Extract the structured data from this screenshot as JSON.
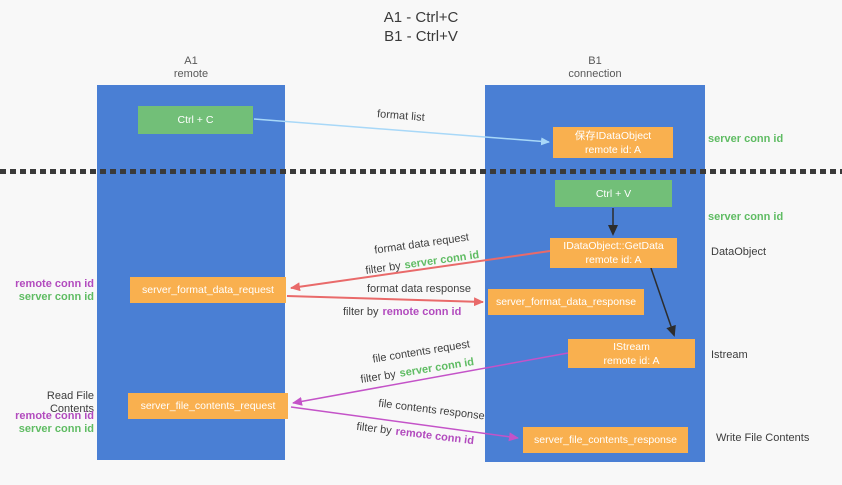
{
  "title": {
    "line1": "A1 - Ctrl+C",
    "line2": "B1 - Ctrl+V"
  },
  "lanes": {
    "left": {
      "name": "A1",
      "role": "remote"
    },
    "right": {
      "name": "B1",
      "role": "connection"
    }
  },
  "nodes": {
    "ctrl_c": {
      "label": "Ctrl + C"
    },
    "ctrl_v": {
      "label": "Ctrl + V"
    },
    "save_dataobject": {
      "line1": "保存IDataObject",
      "line2": "remote id: A"
    },
    "getdata": {
      "line1": "IDataObject::GetData",
      "line2": "remote id: A"
    },
    "istream": {
      "line1": "IStream",
      "line2": "remote id: A"
    },
    "server_format_data_request": {
      "label": "server_format_data_request"
    },
    "server_format_data_response": {
      "label": "server_format_data_response"
    },
    "server_file_contents_request": {
      "label": "server_file_contents_request"
    },
    "server_file_contents_response": {
      "label": "server_file_contents_response"
    }
  },
  "arrows": {
    "format_list": {
      "label": "format list"
    },
    "format_data_request": {
      "label": "format data request",
      "filter_prefix": "filter by",
      "filter_key": "server conn id"
    },
    "format_data_response": {
      "label": "format data response",
      "filter_prefix": "filter by",
      "filter_key": "remote conn id"
    },
    "file_contents_request": {
      "label": "file contents request",
      "filter_prefix": "filter by",
      "filter_key": "server conn id"
    },
    "file_contents_response": {
      "label": "file contents response",
      "filter_prefix": "filter by",
      "filter_key": "remote conn id"
    }
  },
  "side_labels": {
    "server_conn_id_top": "server conn id",
    "server_conn_id_mid": "server conn id",
    "dataobject": "DataObject",
    "istream": "Istream",
    "write_file_contents": "Write File Contents",
    "read_file_contents": "Read File Contents",
    "request_ids_1": {
      "remote": "remote conn id",
      "server": "server conn id"
    },
    "request_ids_2": {
      "remote": "remote conn id",
      "server": "server conn id"
    }
  },
  "colors": {
    "lane_blue": "#4a7fd4",
    "action_green": "#72bf78",
    "message_orange": "#f9b04f",
    "server_conn_green": "#5fbc63",
    "remote_conn_purple": "#b24bbe",
    "request_red": "#e96a6a",
    "response_magenta": "#c453c8",
    "format_list_blue": "#a8d8f8",
    "flow_black": "#2d2d2d"
  }
}
